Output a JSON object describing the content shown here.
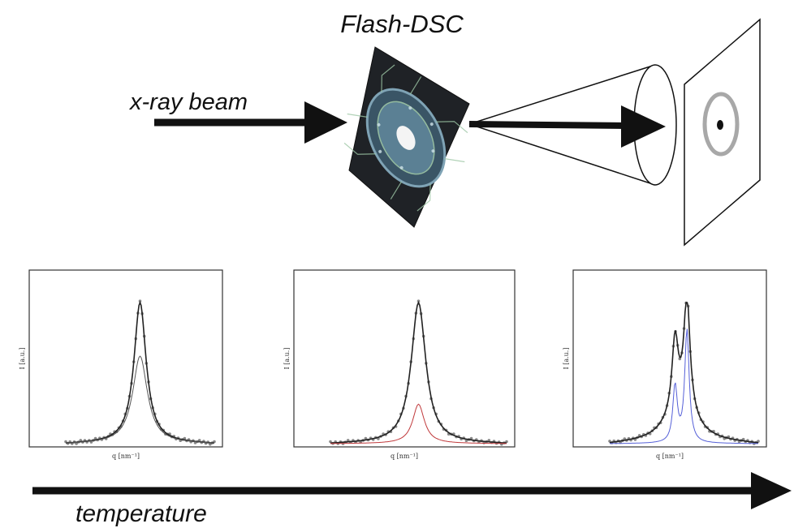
{
  "labels": {
    "device": "Flash-DSC",
    "beam": "x-ray beam",
    "temperature": "temperature"
  },
  "colors": {
    "ink": "#111111",
    "chip_bg": "#1f2226",
    "chip_ring": "#7fa3b5",
    "chip_trace": "#9ec7a6",
    "pattern_ring": "#a8a8a8",
    "data_points": "#555555",
    "fit_envelope": "#222222",
    "component_1": "#555555",
    "component_2": "#c0393b",
    "component_3": "#5560d8"
  },
  "panels": [
    {
      "ylabel": "I [a.u.]",
      "xlabel": "q [nm⁻¹]",
      "component_color": "component_1",
      "peaks": [
        {
          "center": 0.5,
          "width": 0.05,
          "height": 1.0
        },
        {
          "center": 0.5,
          "width": 0.06,
          "height": 0.62
        }
      ]
    },
    {
      "ylabel": "I [a.u.]",
      "xlabel": "q [nm⁻¹]",
      "component_color": "component_2",
      "peaks": [
        {
          "center": 0.5,
          "width": 0.05,
          "height": 1.0
        },
        {
          "center": 0.5,
          "width": 0.04,
          "height": 0.28
        }
      ]
    },
    {
      "ylabel": "I [a.u.]",
      "xlabel": "q [nm⁻¹]",
      "component_color": "component_3",
      "peaks": [
        {
          "center": 0.44,
          "width": 0.025,
          "height": 0.72
        },
        {
          "center": 0.52,
          "width": 0.025,
          "height": 1.0
        },
        {
          "center": 0.44,
          "width": 0.018,
          "height": 0.4
        },
        {
          "center": 0.52,
          "width": 0.018,
          "height": 0.8
        }
      ]
    }
  ]
}
